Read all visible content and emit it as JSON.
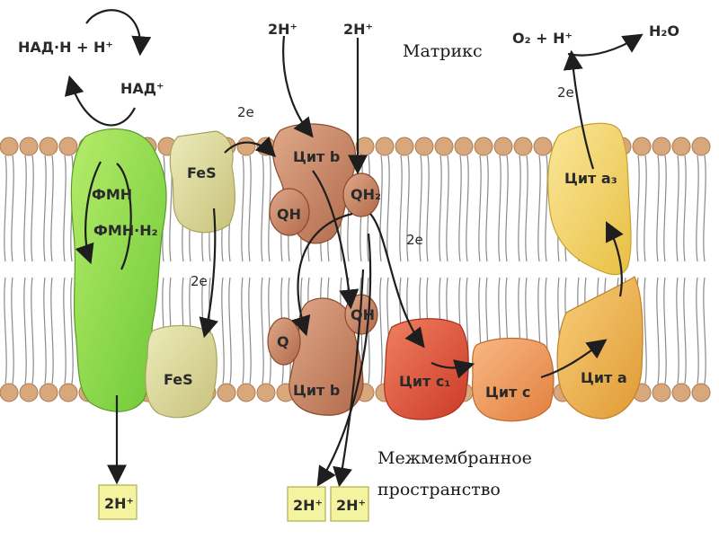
{
  "labels": {
    "nad_h": "НАД·Н + Н⁺",
    "nad": "НАД⁺",
    "matrix": "Матрикс",
    "o2_h": "O₂ + Н⁺",
    "h2o": "Н₂O",
    "two_e_fes": "2е",
    "two_e_cyt_a3": "2е",
    "two_e_qh2": "2е",
    "two_e_fmn": "2е",
    "two_h_top_1": "2Н⁺",
    "two_h_top_2": "2Н⁺",
    "fmn": "ФМН",
    "fmn_h2": "ФМН·Н₂",
    "fes_upper": "FeS",
    "fes_lower": "FeS",
    "cyt_b_upper": "Цит b",
    "cyt_b_lower": "Цит b",
    "qh_left": "QН",
    "qh2_upper": "QН₂",
    "q_lower": "Q",
    "qh_lower": "QН",
    "cyt_c1": "Цит c₁",
    "cyt_c": "Цит c",
    "cyt_a": "Цит a",
    "cyt_a3": "Цит a₃",
    "intermembrane_line1": "Межмембранное",
    "intermembrane_line2": "пространство",
    "box_2h_1": "2Н⁺",
    "box_2h_2": "2Н⁺",
    "box_2h_3": "2Н⁺"
  },
  "colors": {
    "lipid_head": "#d8a87c",
    "lipid_tail": "#8a8a8a",
    "fmn_complex": "#8ed84a",
    "fes": "#d9d49a",
    "cyt_b": "#c98a6a",
    "cyt_c1": "#e05a40",
    "cyt_c": "#ee9a5a",
    "cyt_a": "#f0b050",
    "cyt_a3": "#f3d070",
    "proton_box": "#f3f3a0"
  }
}
